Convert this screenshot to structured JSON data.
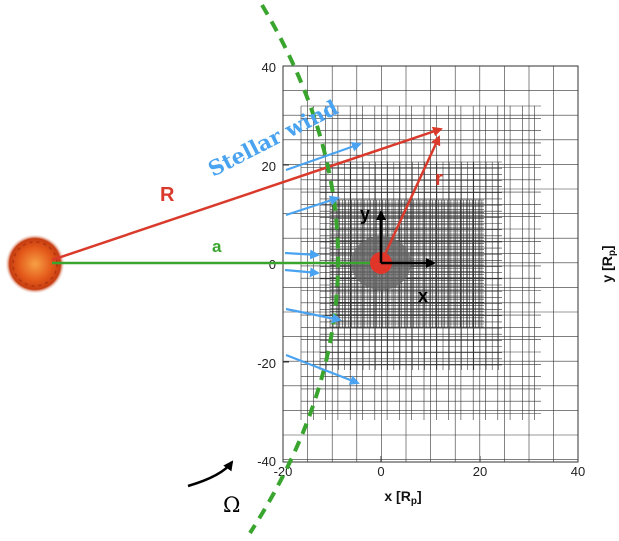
{
  "axes": {
    "x_label": "x [R",
    "x_label_sub": "p",
    "x_label_end": "]",
    "y_label": "y [R",
    "y_label_sub": "p",
    "y_label_end": "]",
    "x_ticks": [
      "-20",
      "0",
      "20",
      "40"
    ],
    "y_ticks": [
      "40",
      "20",
      "0",
      "-20",
      "-40"
    ]
  },
  "labels": {
    "stellar_wind": "Stellar wind",
    "R": "R",
    "a": "a",
    "r": "r",
    "x": "x",
    "y": "y",
    "omega": "Ω"
  },
  "colors": {
    "red": "#d93a2b",
    "green": "#3aa52e",
    "blue": "#4aa3f0",
    "grid": "#333333",
    "star": "#e8601c"
  }
}
